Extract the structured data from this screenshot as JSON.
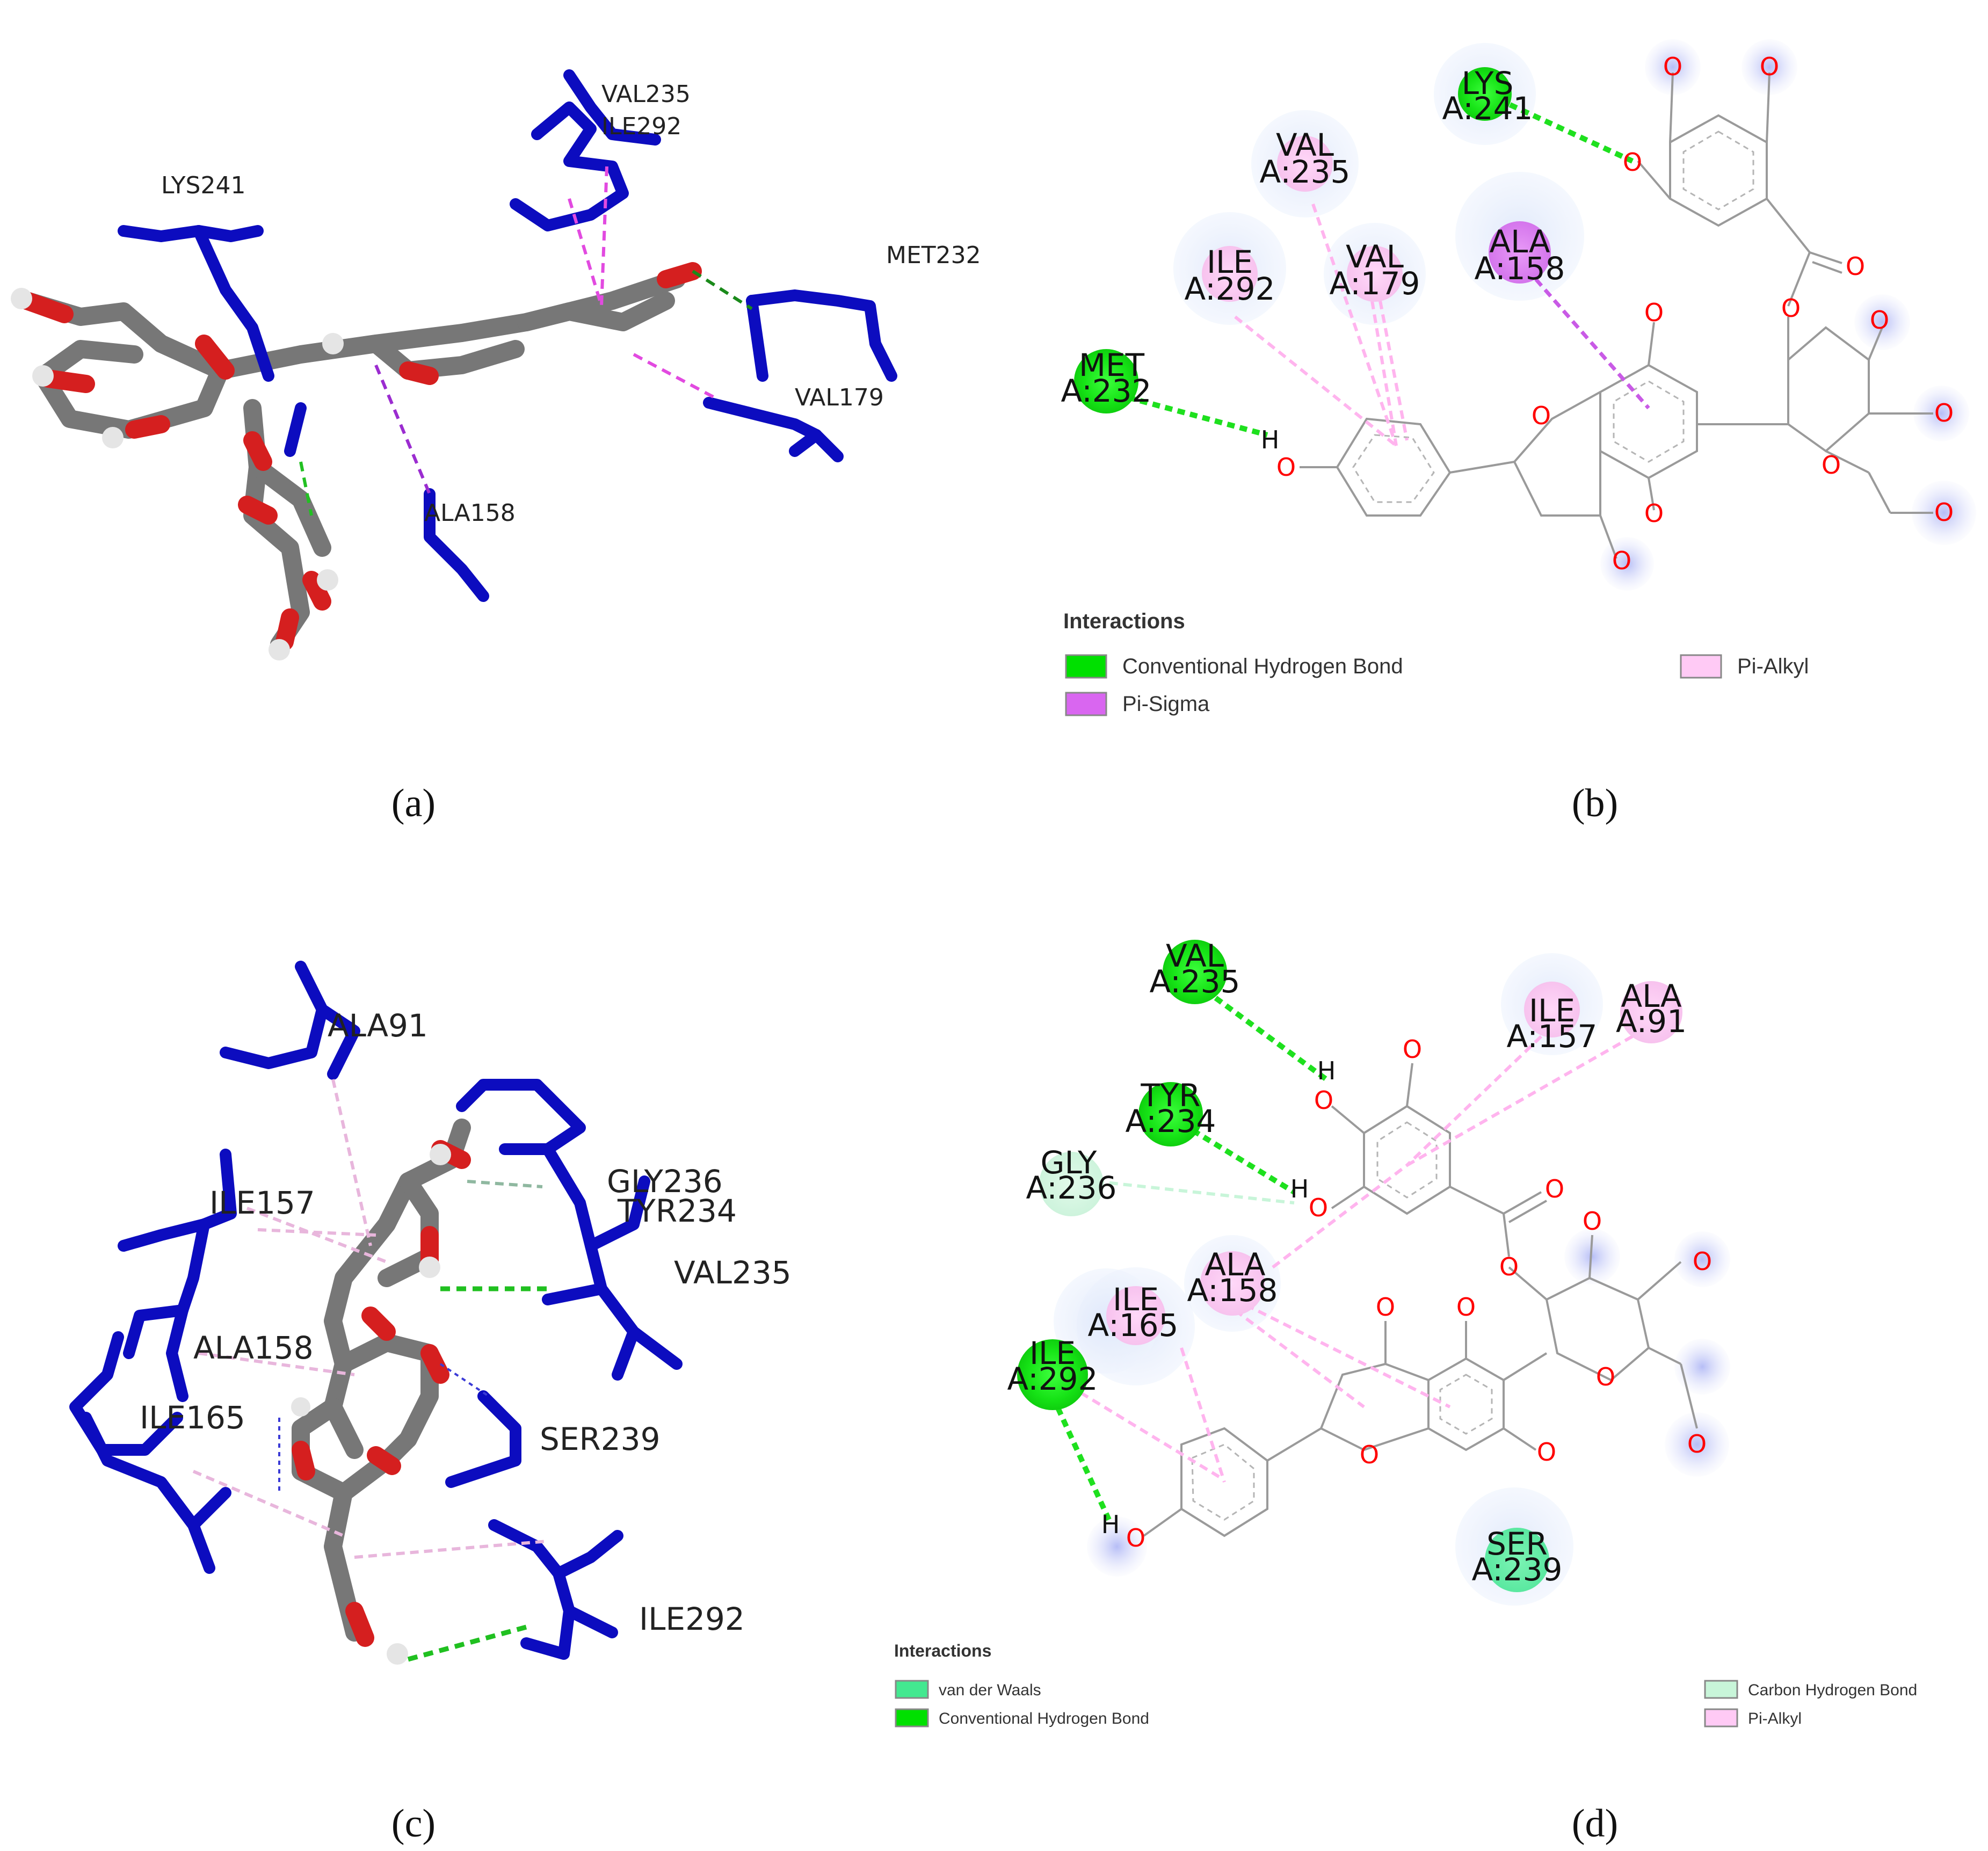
{
  "panels": {
    "a": {
      "label": "(a)",
      "residues": [
        "VAL235",
        "ILE292",
        "LYS241",
        "MET232",
        "VAL179",
        "ALA158"
      ]
    },
    "b": {
      "label": "(b)",
      "residues": [
        {
          "name": "LYS",
          "id": "A:241",
          "type": "Conventional Hydrogen Bond"
        },
        {
          "name": "VAL",
          "id": "A:235",
          "type": "Pi-Alkyl"
        },
        {
          "name": "ILE",
          "id": "A:292",
          "type": "Pi-Alkyl"
        },
        {
          "name": "VAL",
          "id": "A:179",
          "type": "Pi-Alkyl"
        },
        {
          "name": "ALA",
          "id": "A:158",
          "type": "Pi-Sigma"
        },
        {
          "name": "MET",
          "id": "A:232",
          "type": "Conventional Hydrogen Bond"
        }
      ],
      "legend": {
        "title": "Interactions",
        "items": [
          {
            "label": "Conventional Hydrogen Bond",
            "color": "#00e000"
          },
          {
            "label": "Pi-Alkyl",
            "color": "#ffcaf5"
          },
          {
            "label": "Pi-Sigma",
            "color": "#d966f0"
          }
        ]
      }
    },
    "c": {
      "label": "(c)",
      "residues": [
        "ALA91",
        "ILE157",
        "GLY236",
        "TYR234",
        "VAL235",
        "ALA158",
        "ILE165",
        "SER239",
        "ILE292"
      ]
    },
    "d": {
      "label": "(d)",
      "residues": [
        {
          "name": "VAL",
          "id": "A:235",
          "type": "Conventional Hydrogen Bond"
        },
        {
          "name": "ILE",
          "id": "A:157",
          "type": "Pi-Alkyl"
        },
        {
          "name": "ALA",
          "id": "A:91",
          "type": "Pi-Alkyl"
        },
        {
          "name": "TYR",
          "id": "A:234",
          "type": "Conventional Hydrogen Bond"
        },
        {
          "name": "GLY",
          "id": "A:236",
          "type": "Carbon Hydrogen Bond"
        },
        {
          "name": "ILE",
          "id": "A:165",
          "type": "Pi-Alkyl"
        },
        {
          "name": "ALA",
          "id": "A:158",
          "type": "Pi-Alkyl"
        },
        {
          "name": "ILE",
          "id": "A:292",
          "type": "Conventional Hydrogen Bond"
        },
        {
          "name": "SER",
          "id": "A:239",
          "type": "van der Waals"
        }
      ],
      "legend": {
        "title": "Interactions",
        "items": [
          {
            "label": "van der Waals",
            "color": "#43e890"
          },
          {
            "label": "Conventional Hydrogen Bond",
            "color": "#00e000"
          },
          {
            "label": "Carbon Hydrogen Bond",
            "color": "#c8f5d9"
          },
          {
            "label": "Pi-Alkyl",
            "color": "#ffcaf5"
          }
        ]
      }
    }
  },
  "atoms": {
    "oxygen": "O",
    "hydrogen": "H"
  },
  "colors": {
    "residue_stick": "#0c0cbf",
    "ligand_carbon": "#777777",
    "ligand_oxygen": "#d51f1f",
    "hbond": "#00c800",
    "pi_alkyl": "#ffb8ef",
    "pi_sigma": "#c04ad8"
  }
}
